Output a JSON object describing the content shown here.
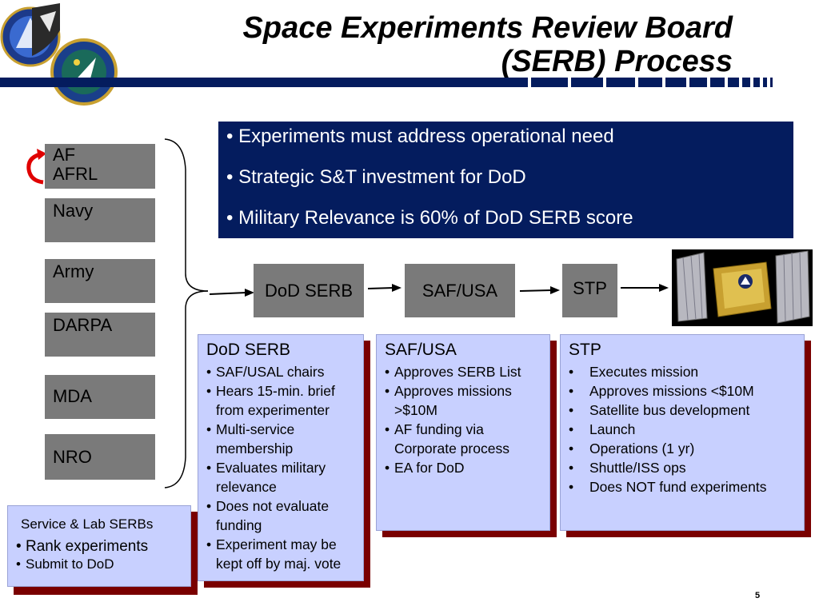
{
  "title": {
    "line1": "Space Experiments Review Board",
    "line2": "(SERB) Process"
  },
  "orgs": [
    "AF\nAFRL",
    "Navy",
    "Army",
    "DARPA",
    "MDA",
    "NRO"
  ],
  "org_labels": {
    "af_line1": "AF",
    "af_line2": "AFRL",
    "navy": "Navy",
    "army": "Army",
    "darpa": "DARPA",
    "mda": "MDA",
    "nro": "NRO"
  },
  "needs": [
    "• Experiments must address operational need",
    "• Strategic S&T investment for DoD",
    "• Military Relevance is 60% of DoD SERB score"
  ],
  "flow": {
    "dod_serb": "DoD SERB",
    "saf_usa": "SAF/USA",
    "stp": "STP"
  },
  "cards": {
    "dod_serb": {
      "head": "DoD SERB",
      "items": [
        "SAF/USAL chairs",
        "Hears 15-min. brief from experimenter",
        "Multi-service membership",
        "Evaluates military relevance",
        "Does not evaluate funding",
        "Experiment may be kept off by maj. vote"
      ]
    },
    "saf_usa": {
      "head": "SAF/USA",
      "items": [
        "Approves SERB List",
        "Approves missions >$10M",
        "AF funding via Corporate process",
        "EA for DoD"
      ]
    },
    "stp": {
      "head": "STP",
      "items": [
        "Executes mission",
        "Approves missions <$10M",
        "Satellite bus development",
        "Launch",
        "Operations (1 yr)",
        "Shuttle/ISS ops",
        "Does NOT fund experiments"
      ]
    },
    "lab": {
      "head": "Service & Lab SERBs",
      "items": [
        "Rank experiments",
        "Submit to DoD"
      ]
    }
  },
  "page_number": "5",
  "colors": {
    "navy_blue": "#041c5e",
    "box_gray": "#7a7a7a",
    "card_fill": "#c8d0ff",
    "card_shadow": "#7a0000",
    "arrow_red": "#e00000"
  }
}
